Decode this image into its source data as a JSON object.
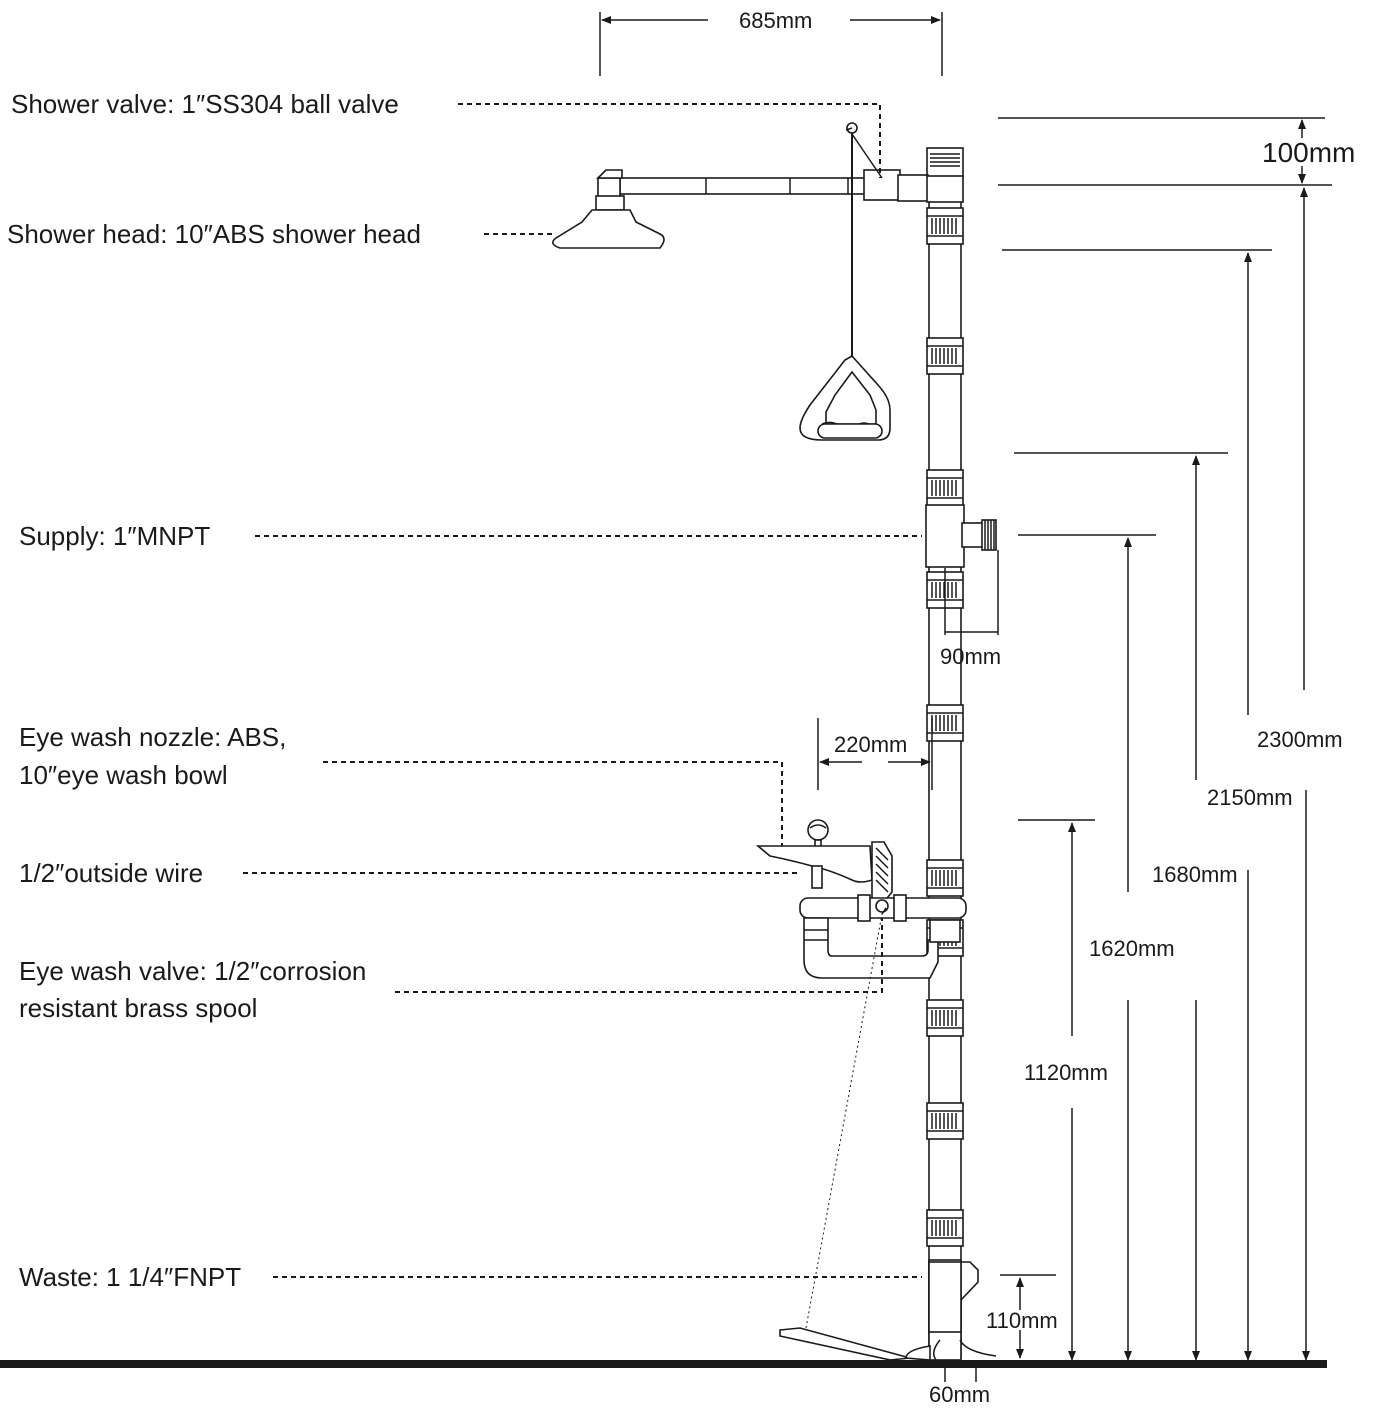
{
  "labels": {
    "shower_valve": "Shower valve: 1″SS304 ball valve",
    "shower_head": "Shower head: 10″ABS shower head",
    "supply": "Supply: 1″MNPT",
    "eye_wash_nozzle_line1": "Eye wash nozzle: ABS,",
    "eye_wash_nozzle_line2": "10″eye wash bowl",
    "outside_wire": "1/2″outside wire",
    "eye_wash_valve_line1": "Eye wash valve: 1/2″corrosion",
    "eye_wash_valve_line2": "resistant brass spool",
    "waste": "Waste: 1 1/4″FNPT"
  },
  "dimensions": {
    "arm_width": "685mm",
    "top_offset": "100mm",
    "supply_offset": "90mm",
    "bowl_offset": "220mm",
    "overall_height": "2300mm",
    "shower_head_height": "2150mm",
    "pull_handle_height": "1680mm",
    "supply_height": "1620mm",
    "bowl_height": "1120mm",
    "waste_height": "110mm",
    "pipe_diameter": "60mm"
  }
}
